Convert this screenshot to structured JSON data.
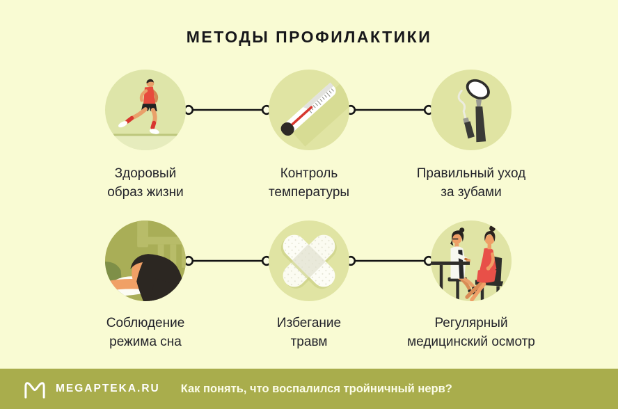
{
  "title": "МЕТОДЫ ПРОФИЛАКТИКИ",
  "items": [
    {
      "icon": "runner-icon",
      "label": {
        "line1": "Здоровый",
        "line2": "образ жизни"
      }
    },
    {
      "icon": "thermometer-icon",
      "label": {
        "line1": "Контроль",
        "line2": "температуры"
      }
    },
    {
      "icon": "dental-tools-icon",
      "label": {
        "line1": "Правильный уход",
        "line2": "за зубами"
      }
    },
    {
      "icon": "sleeping-person-icon",
      "label": {
        "line1": "Соблюдение",
        "line2": "режима сна"
      }
    },
    {
      "icon": "crossed-bandages-icon",
      "label": {
        "line1": "Избегание",
        "line2": "травм"
      }
    },
    {
      "icon": "doctor-patient-icon",
      "label": {
        "line1": "Регулярный",
        "line2": "медицинский осмотр"
      }
    }
  ],
  "footer": {
    "brand": "MEGAPTEKA.RU",
    "question": "Как понять, что воспалился тройничный нерв?"
  },
  "colors": {
    "background": "#f9fbd3",
    "circle_fill": "#e0e4a4",
    "sleep_circle_fill": "#a9ae57",
    "footer_background": "#a9ad4c",
    "accent_red": "#e74b3d",
    "text_dark": "#22222a",
    "connector_black": "#141414",
    "white": "#ffffff"
  }
}
